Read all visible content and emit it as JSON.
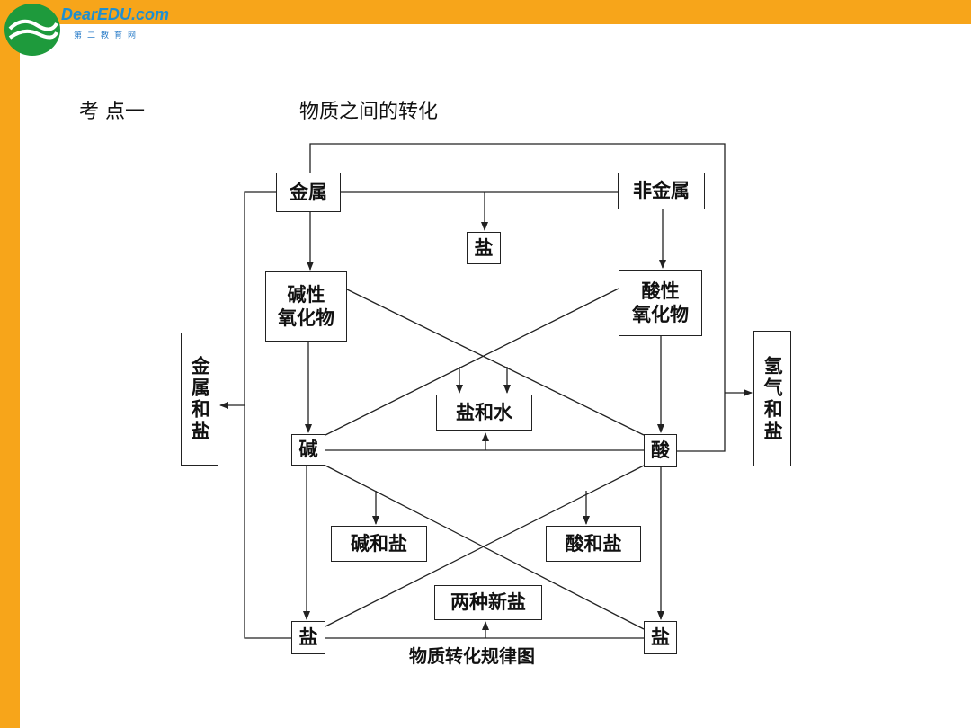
{
  "logo": {
    "icon": "dearedu-logo",
    "brand_text": "DearEDU.com",
    "sub_text": "第二教育网"
  },
  "heading": {
    "label": "考 点一",
    "title": "物质之间的转化"
  },
  "nodes": {
    "metal": "金属",
    "nonmetal": "非金属",
    "salt_top": "盐",
    "basic_oxide": "碱性\n氧化物",
    "acidic_oxide": "酸性\n氧化物",
    "metal_and_salt": "金属和盐",
    "hydrogen_and_salt": "氢气和盐",
    "salt_and_water": "盐和水",
    "base": "碱",
    "acid": "酸",
    "base_and_salt": "碱和盐",
    "acid_and_salt": "酸和盐",
    "two_new_salts": "两种新盐",
    "salt_bottom_left": "盐",
    "salt_bottom_right": "盐"
  },
  "caption": "物质转化规律图",
  "colors": {
    "accent_orange": "#f7a51a",
    "logo_green": "#1e9a3c",
    "logo_blue": "#1f8fd0",
    "line": "#222222"
  }
}
